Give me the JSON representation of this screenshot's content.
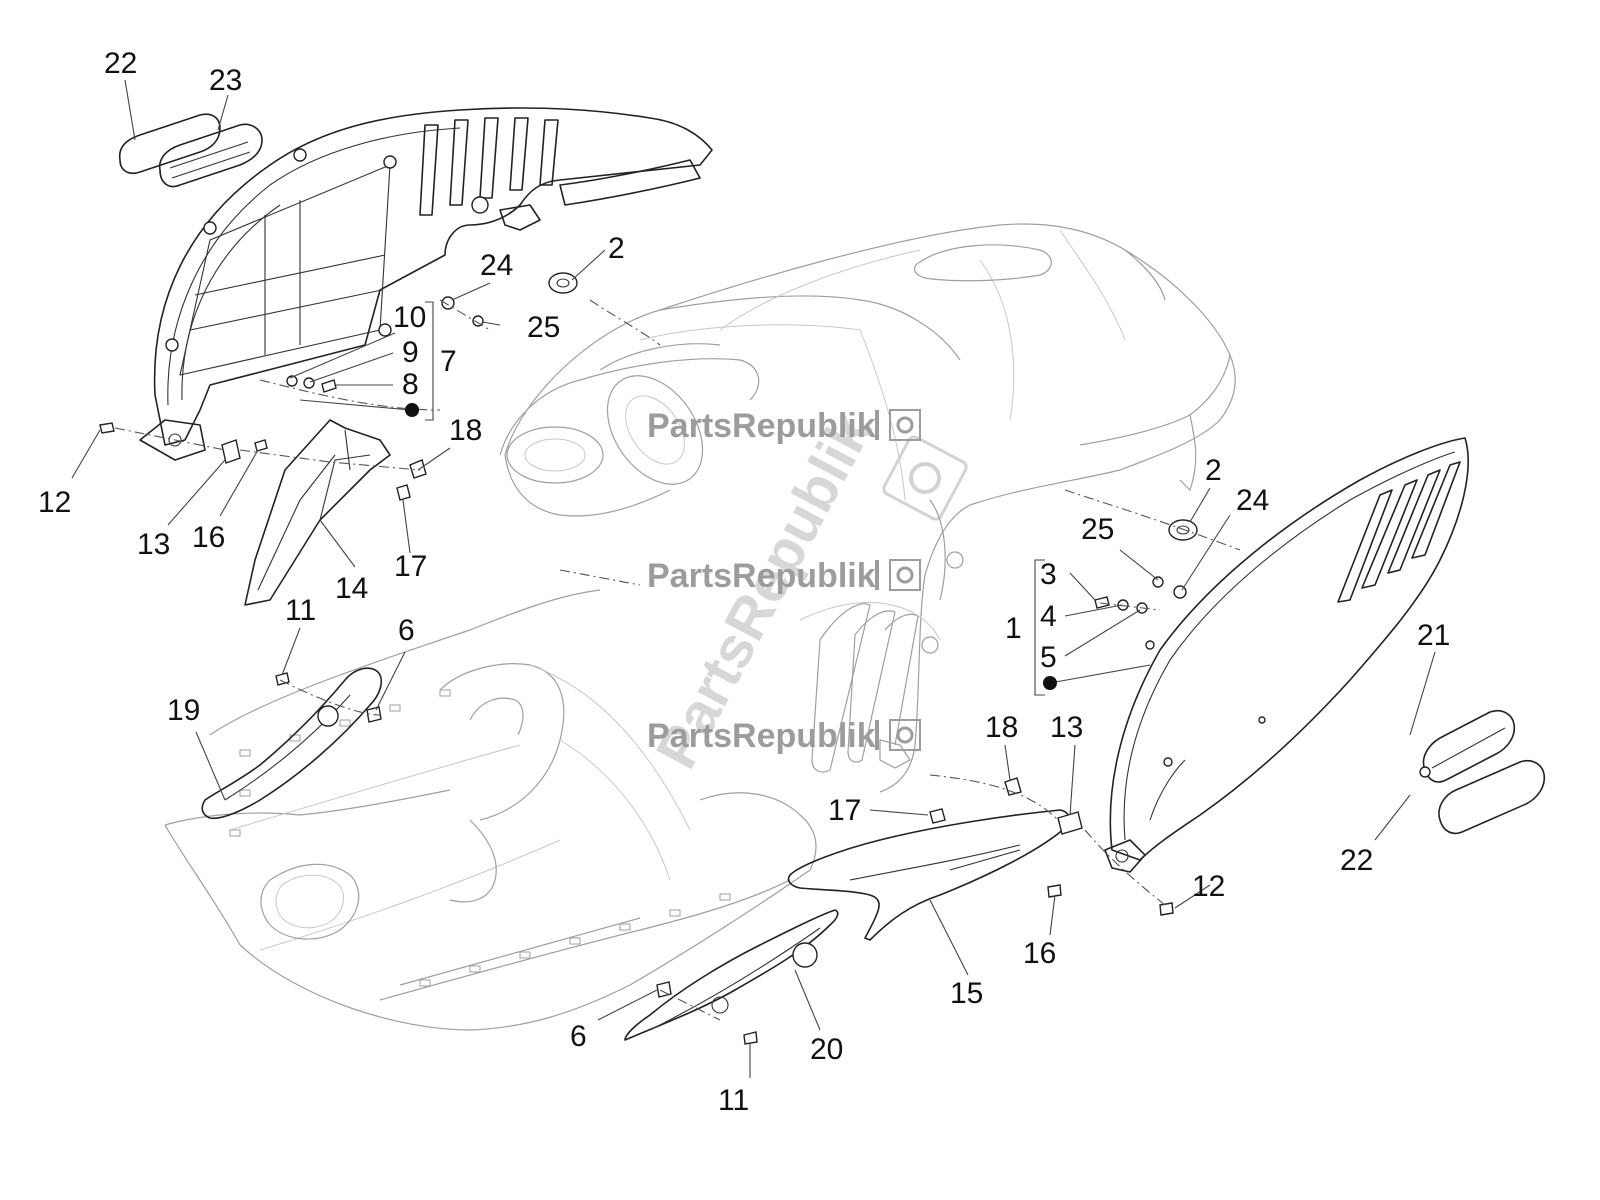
{
  "watermark": {
    "brand": "PartsRepublik",
    "icon": "gear-icon"
  },
  "callouts": [
    {
      "id": "c1",
      "text": "1"
    },
    {
      "id": "c2a",
      "text": "2"
    },
    {
      "id": "c2b",
      "text": "2"
    },
    {
      "id": "c3",
      "text": "3"
    },
    {
      "id": "c4",
      "text": "4"
    },
    {
      "id": "c5",
      "text": "5"
    },
    {
      "id": "c6a",
      "text": "6"
    },
    {
      "id": "c6b",
      "text": "6"
    },
    {
      "id": "c7",
      "text": "7"
    },
    {
      "id": "c8",
      "text": "8"
    },
    {
      "id": "c9",
      "text": "9"
    },
    {
      "id": "c10",
      "text": "10"
    },
    {
      "id": "c11a",
      "text": "11"
    },
    {
      "id": "c11b",
      "text": "11"
    },
    {
      "id": "c12a",
      "text": "12"
    },
    {
      "id": "c12b",
      "text": "12"
    },
    {
      "id": "c13a",
      "text": "13"
    },
    {
      "id": "c13b",
      "text": "13"
    },
    {
      "id": "c14",
      "text": "14"
    },
    {
      "id": "c15",
      "text": "15"
    },
    {
      "id": "c16a",
      "text": "16"
    },
    {
      "id": "c16b",
      "text": "16"
    },
    {
      "id": "c17a",
      "text": "17"
    },
    {
      "id": "c17b",
      "text": "17"
    },
    {
      "id": "c18a",
      "text": "18"
    },
    {
      "id": "c18b",
      "text": "18"
    },
    {
      "id": "c19",
      "text": "19"
    },
    {
      "id": "c20",
      "text": "20"
    },
    {
      "id": "c21",
      "text": "21"
    },
    {
      "id": "c22a",
      "text": "22"
    },
    {
      "id": "c22b",
      "text": "22"
    },
    {
      "id": "c23",
      "text": "23"
    },
    {
      "id": "c24a",
      "text": "24"
    },
    {
      "id": "c24b",
      "text": "24"
    },
    {
      "id": "c25a",
      "text": "25"
    },
    {
      "id": "c25b",
      "text": "25"
    }
  ]
}
